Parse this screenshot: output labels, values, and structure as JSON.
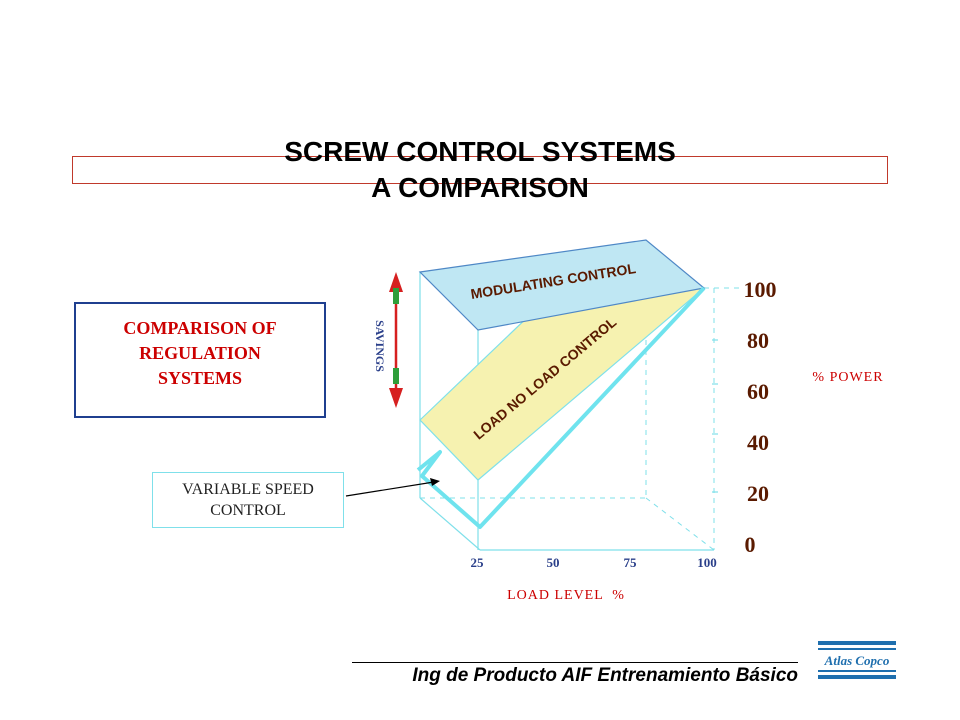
{
  "title": {
    "line1": "SCREW CONTROL SYSTEMS",
    "line2": "A COMPARISON"
  },
  "comparison_box": {
    "lines": [
      "COMPARISON OF",
      "REGULATION",
      "SYSTEMS"
    ]
  },
  "variable_speed_box": {
    "lines": [
      "VARIABLE SPEED",
      "CONTROL"
    ]
  },
  "diagram": {
    "bands": {
      "modulating": "MODULATING CONTROL",
      "load_no_load": "LOAD NO LOAD CONTROL"
    },
    "savings_label": "SAVINGS",
    "power_axis": {
      "title": "% POWER",
      "ticks": [
        "100",
        "80",
        "60",
        "40",
        "20",
        "0"
      ]
    },
    "load_axis": {
      "title": "LOAD LEVEL  %",
      "ticks": [
        "25",
        "50",
        "75",
        "100"
      ]
    }
  },
  "footer": {
    "text": "Ing de Producto AIF Entrenamiento Básico"
  },
  "logo": {
    "text": "Atlas Copco"
  },
  "colors": {
    "title_bar_border": "#c0392b",
    "comparison_text": "#cc0000",
    "comparison_border": "#1f3f8f",
    "modulating_fill": "#bfe7f3",
    "load_no_load_fill": "#f6f2b0",
    "variable_speed_line": "#6fe3ee",
    "axis_labels": "#cc0000",
    "logo_blue": "#1f6fae"
  }
}
